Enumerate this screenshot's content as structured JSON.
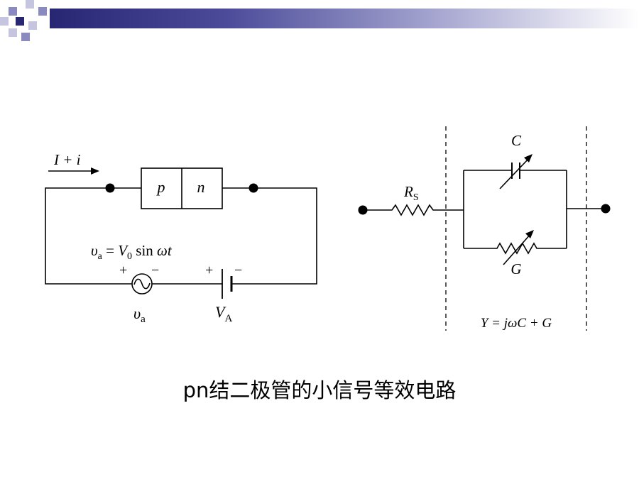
{
  "colors": {
    "header_dark": "#262673",
    "header_mid": "#8a8ac0",
    "line": "#000000"
  },
  "left_circuit": {
    "current_label": "I + i",
    "p_label": "p",
    "n_label": "n",
    "source_eq": {
      "v": "υ",
      "sub": "a",
      "rest_1": " = ",
      "V": "V",
      "sub0": "0",
      "rest_2": " sin ",
      "omega": "ωt"
    },
    "ac_plus": "+",
    "ac_minus": "−",
    "dc_plus": "+",
    "dc_minus": "−",
    "ac_label": {
      "main": "υ",
      "sub": "a"
    },
    "dc_label": {
      "main": "V",
      "sub": "A"
    }
  },
  "right_circuit": {
    "rs_label": {
      "main": "R",
      "sub": "S"
    },
    "c_label": "C",
    "g_label": "G",
    "admittance": "Y = jωC + G"
  },
  "caption": "pn结二极管的小信号等效电路"
}
